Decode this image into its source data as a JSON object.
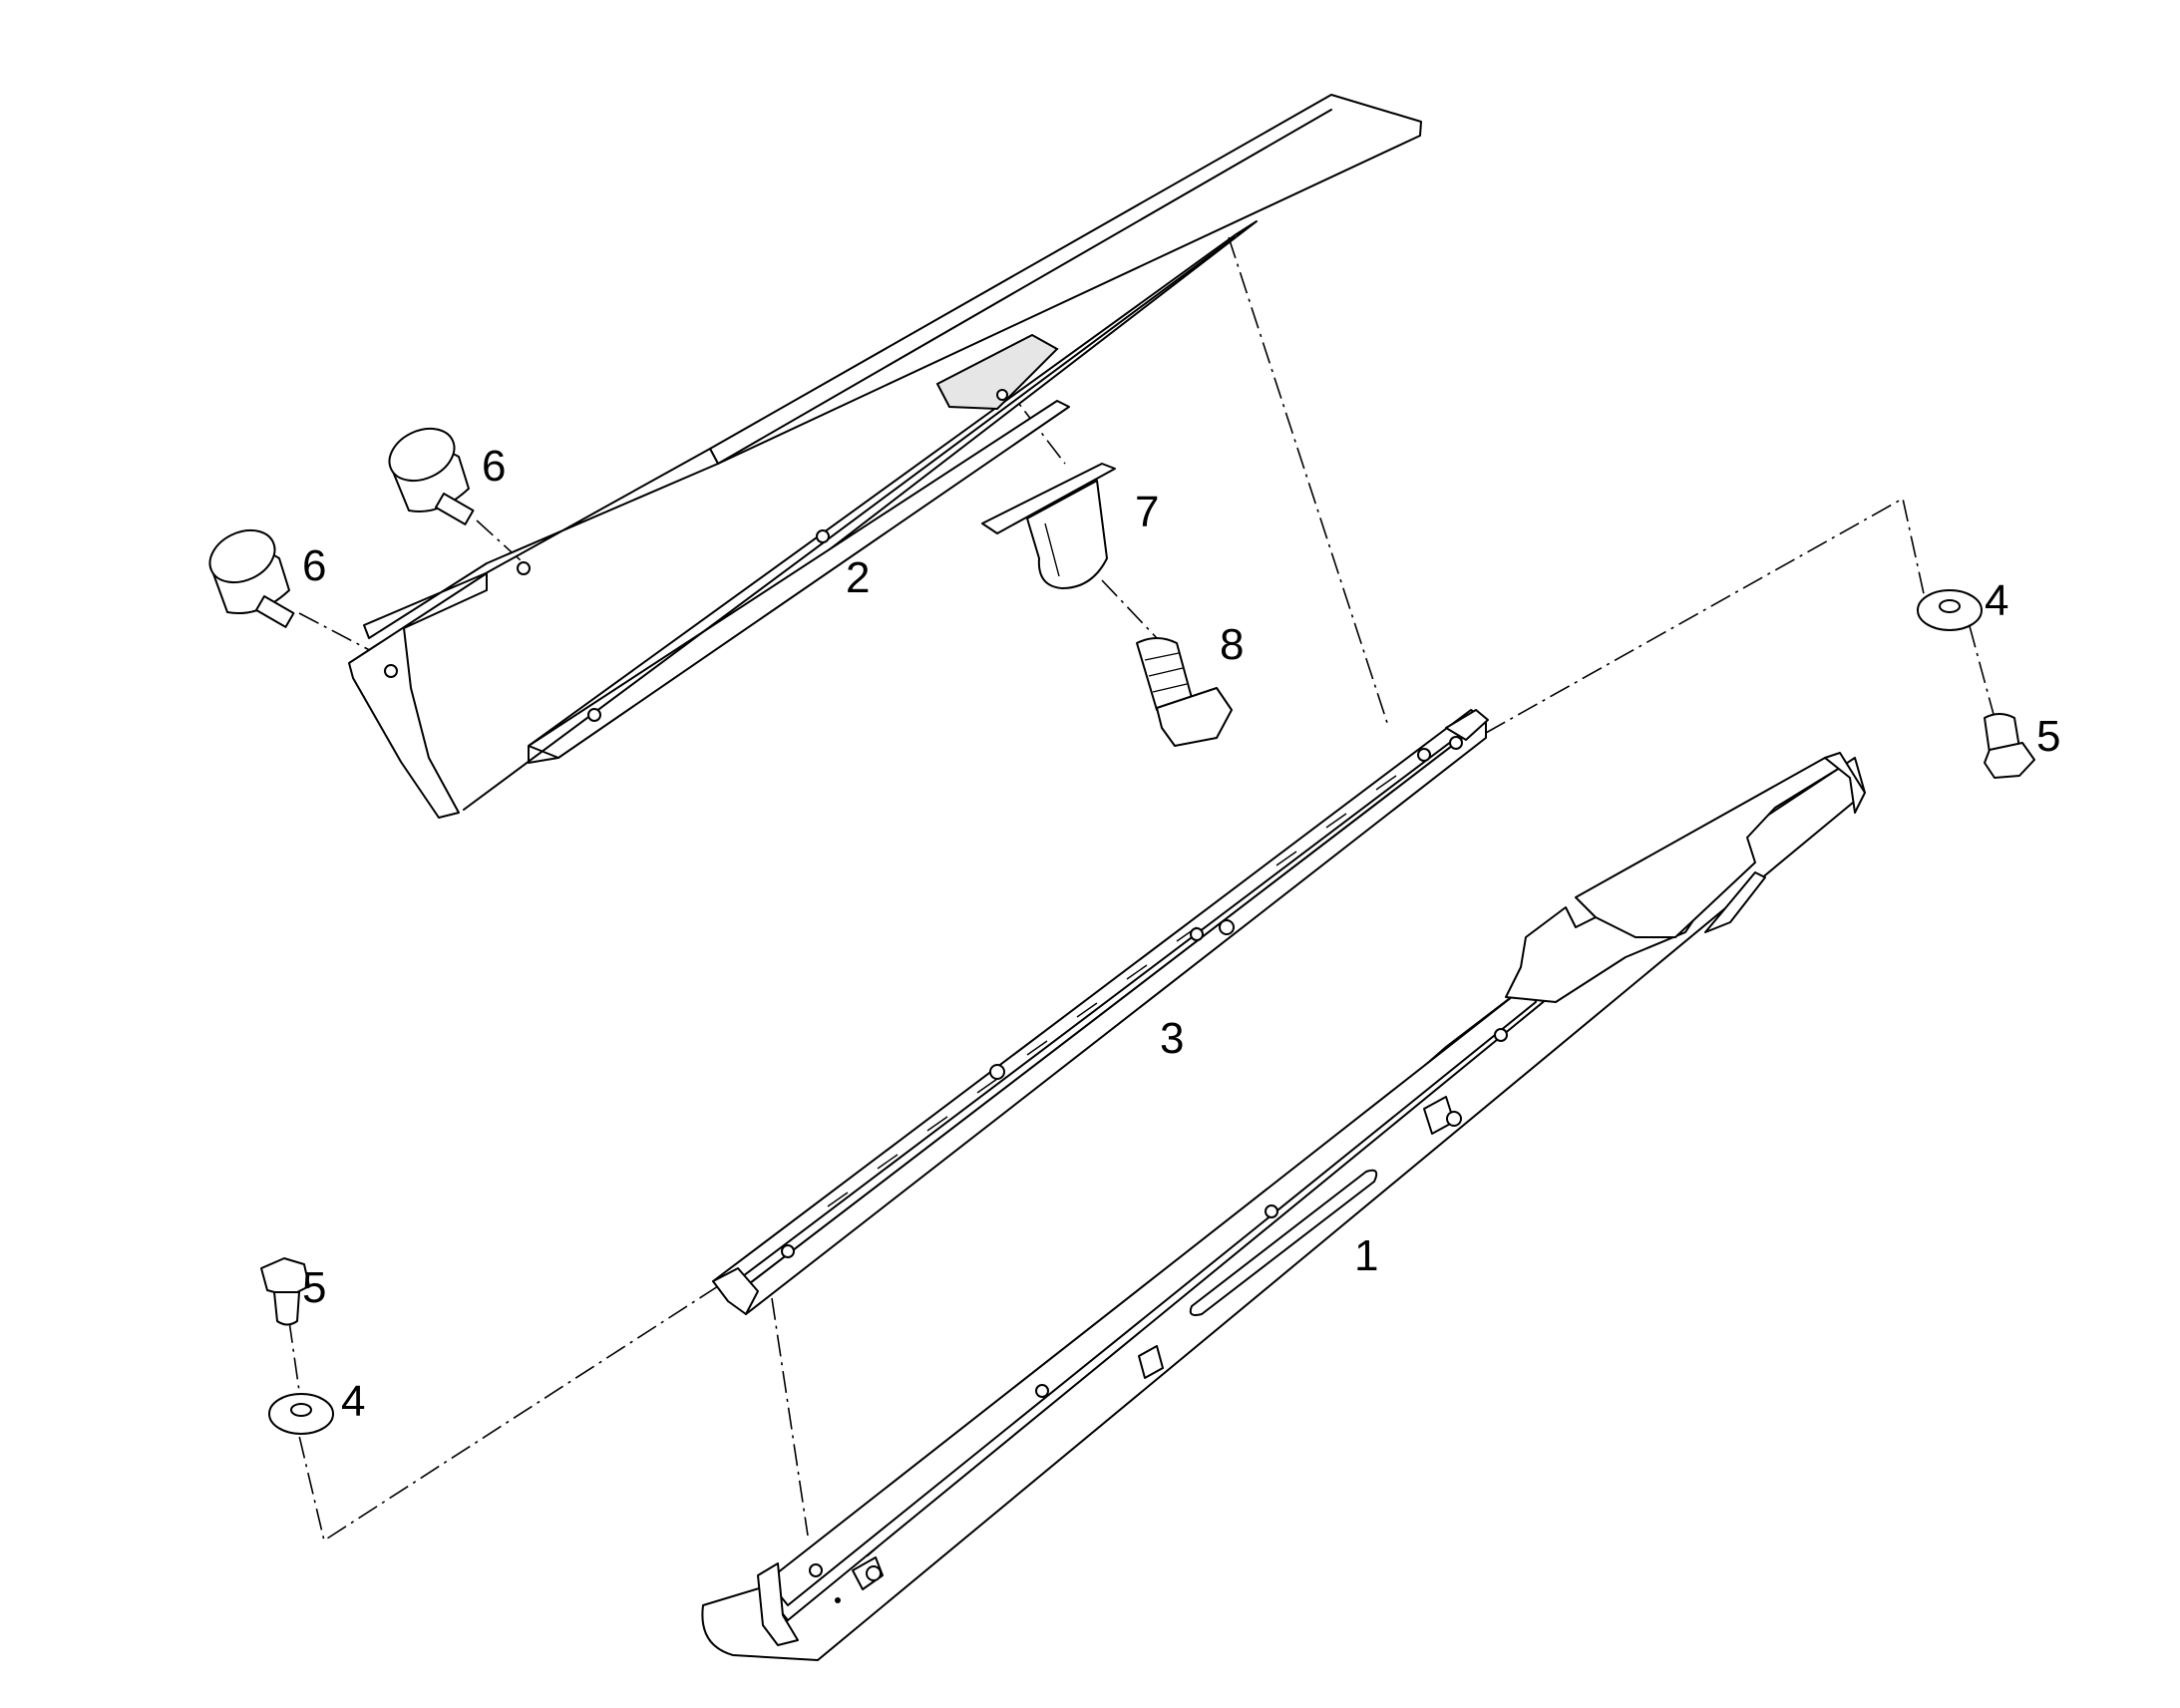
{
  "callouts": {
    "part_1": "1",
    "part_2": "2",
    "part_3": "3",
    "part_4_upper": "4",
    "part_4_lower": "4",
    "part_5_upper": "5",
    "part_5_lower": "5",
    "part_6_upper": "6",
    "part_6_lower": "6",
    "part_7": "7",
    "part_8": "8"
  }
}
